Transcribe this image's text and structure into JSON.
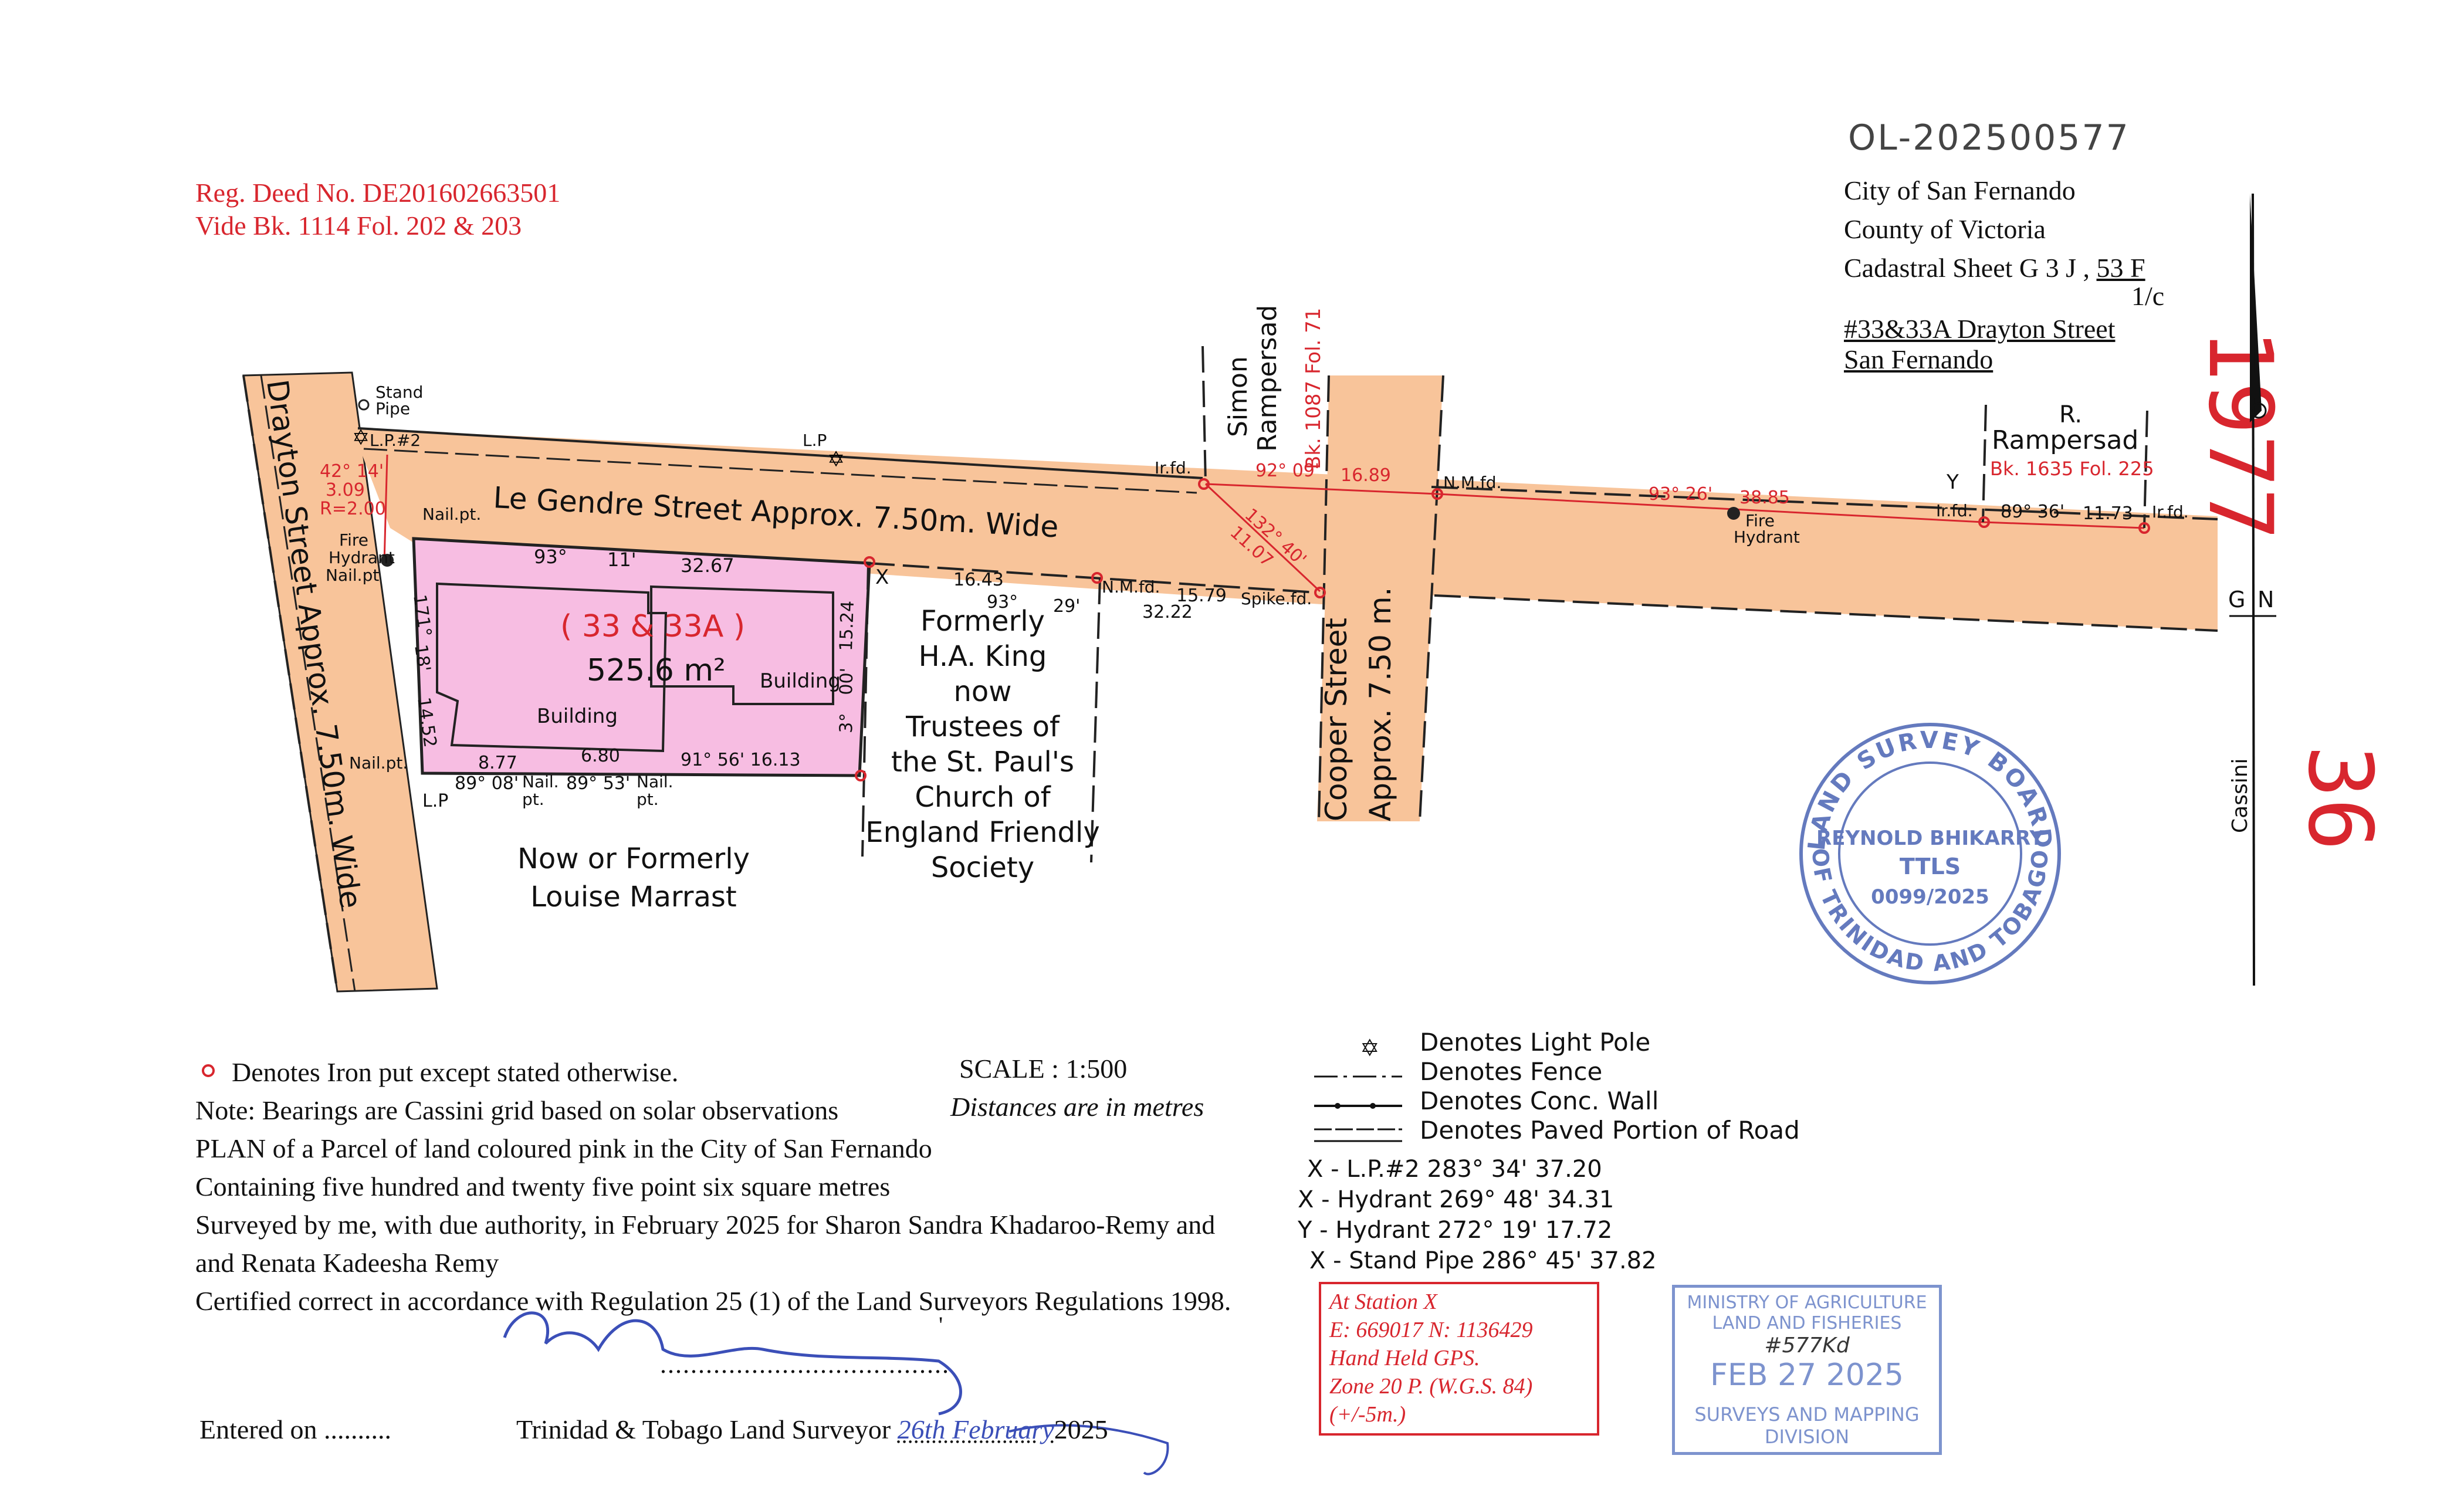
{
  "header_left": {
    "reg_deed": "Reg. Deed No. DE201602663501",
    "vide": "Vide Bk. 1114 Fol. 202 & 203"
  },
  "header_right": {
    "ref_number": "OL-202500577",
    "city": "City of San Fernando",
    "county": "County of Victoria",
    "cadastral": "Cadastral Sheet  G 3 J ,",
    "cadastral_num": "53 F",
    "cadastral_sub": "1/c",
    "address1": "#33&33A Drayton Street",
    "address2": "San Fernando"
  },
  "margin_marks": {
    "top": "1977",
    "bottom": "36"
  },
  "plan": {
    "parcel_label": "( 33 & 33A )",
    "parcel_area": "525.6 m²",
    "building_left": "Building",
    "building_right": "Building",
    "le_gendre": "Le  Gendre  Street  Approx.  7.50m.  Wide",
    "drayton": "Drayton  Street  Approx.  7.50m.  Wide",
    "cooper1": "Cooper  Street",
    "cooper2": "Approx.  7.50 m.",
    "formerly": [
      "Formerly",
      "H.A. King",
      "now",
      "Trustees of",
      "the St. Paul's",
      "Church of",
      "England Friendly",
      "Society"
    ],
    "marrast1": "Now or Formerly",
    "marrast2": "Louise Marrast",
    "simon1": "Simon",
    "simon2": "Rampersad",
    "simon_bk": "Bk. 1087 Fol. 71",
    "r_rampersad1": "R.",
    "r_rampersad2": "Rampersad",
    "r_bk": "Bk. 1635 Fol. 225",
    "stand_pipe1": "Stand",
    "stand_pipe2": "Pipe",
    "lp2": "L.P.#2",
    "lp": "L.P",
    "lp_bottom": "L.P",
    "fire_hydrant_left1": "Fire",
    "fire_hydrant_left2": "Hydrant",
    "fire_hydrant_right1": "Fire",
    "fire_hydrant_right2": "Hydrant",
    "curve1": "42° 14'",
    "curve2": "3.09",
    "curve3": "R=2.00",
    "nail_pt_a": "Nail.pt.",
    "nail_pt_b": "Nail.pt",
    "nail_pt_c": "Nail.pt.",
    "nail_pt_d1": "Nail.",
    "nail_pt_d2": "pt.",
    "nail_pt_e1": "Nail.",
    "nail_pt_e2": "pt.",
    "brg_top": "93°",
    "brg_top2": "11'",
    "dist_top": "32.67",
    "x_label": "X",
    "y_label": "Y",
    "dist_1643": "16.43",
    "brg_93": "93°",
    "brg_29": "29'",
    "dist_3222": "32.22",
    "nmfd1": "N.M.fd.",
    "dist_1579": "15.79",
    "spike": "Spike.fd.",
    "dist_1524": "15.24",
    "brg_3": "3°",
    "brg_00": "00'",
    "brg_171": "171°",
    "brg_18": "18'",
    "dist_1452": "14.52",
    "dist_877": "8.77",
    "dist_680": "6.80",
    "brg_9156": "91° 56'  16.13",
    "brg_8908": "89° 08'",
    "brg_8953": "89° 53'",
    "irfd_left": "Ir.fd.",
    "brg_9209": "92° 09'",
    "dist_1689": "16.89",
    "nmfd2": "N.M.fd.",
    "brg_9326": "93° 26'",
    "dist_3885": "38.85",
    "irfd_y": "Ir.fd.",
    "brg_8936": "89° 36'",
    "dist_1173": "11.73",
    "irfd_right": "Ir.fd.",
    "brg_13240": "132° 40'",
    "dist_1107": "11.07",
    "gn_g": "G",
    "gn_n": "N",
    "cassini": "Cassini"
  },
  "stamp": {
    "ring_top": "LAND SURVEY BOARD",
    "ring_bottom": "OF TRINIDAD AND TOBAGO",
    "name": "REYNOLD BHIKARRY",
    "ttls": "TTLS",
    "reg": "0099/2025"
  },
  "notes": {
    "iron": "Denotes Iron put except stated otherwise.",
    "scale": "SCALE : 1:500",
    "bearings": "Note: Bearings are Cassini grid based on solar observations",
    "distances": "Distances are in metres",
    "plan": "PLAN of a Parcel of land coloured pink in the City of San Fernando",
    "containing": "Containing five hundred and twenty five point six square metres",
    "surveyed": "Surveyed by me, with due authority, in February 2025 for Sharon Sandra Khadaroo-Remy and",
    "surveyed2": "and Renata Kadeesha Remy",
    "certified": "Certified correct in accordance with Regulation 25 (1) of the Land Surveyors Regulations 1998.",
    "entered": "Entered on ..........",
    "surveyor": "Trinidad & Tobago  Land Surveyor",
    "date_written": "26th February",
    "year": "2025",
    "dotted": "......................................",
    "tick": "'"
  },
  "legend": [
    {
      "symbol": "light-pole",
      "text": "Denotes Light Pole"
    },
    {
      "symbol": "fence",
      "text": "Denotes Fence"
    },
    {
      "symbol": "conc-wall",
      "text": "Denotes Conc. Wall"
    },
    {
      "symbol": "paved-road",
      "text": "Denotes Paved Portion of  Road"
    }
  ],
  "ties": [
    "X - L.P.#2  283° 34'  37.20",
    "X - Hydrant  269° 48'  34.31",
    "Y - Hydrant  272° 19'  17.72",
    "X - Stand Pipe  286° 45'  37.82"
  ],
  "station": {
    "line1": "At Station  X",
    "line2": "E: 669017  N: 1136429",
    "line3": "Hand Held GPS.",
    "line4": "Zone 20 P.     (W.G.S. 84)",
    "line5": "(+/-5m.)"
  },
  "ministry_stamp": {
    "line1": "MINISTRY OF AGRICULTURE",
    "line2": "LAND AND FISHERIES",
    "handwritten": "#577Kd",
    "date": "FEB 27 2025",
    "line4": "SURVEYS AND MAPPING",
    "line5": "DIVISION"
  },
  "colors": {
    "road": "#f8c49a",
    "parcel": "#f7bde2",
    "red": "#d8262e",
    "stamp_blue": "#4a63b3"
  }
}
